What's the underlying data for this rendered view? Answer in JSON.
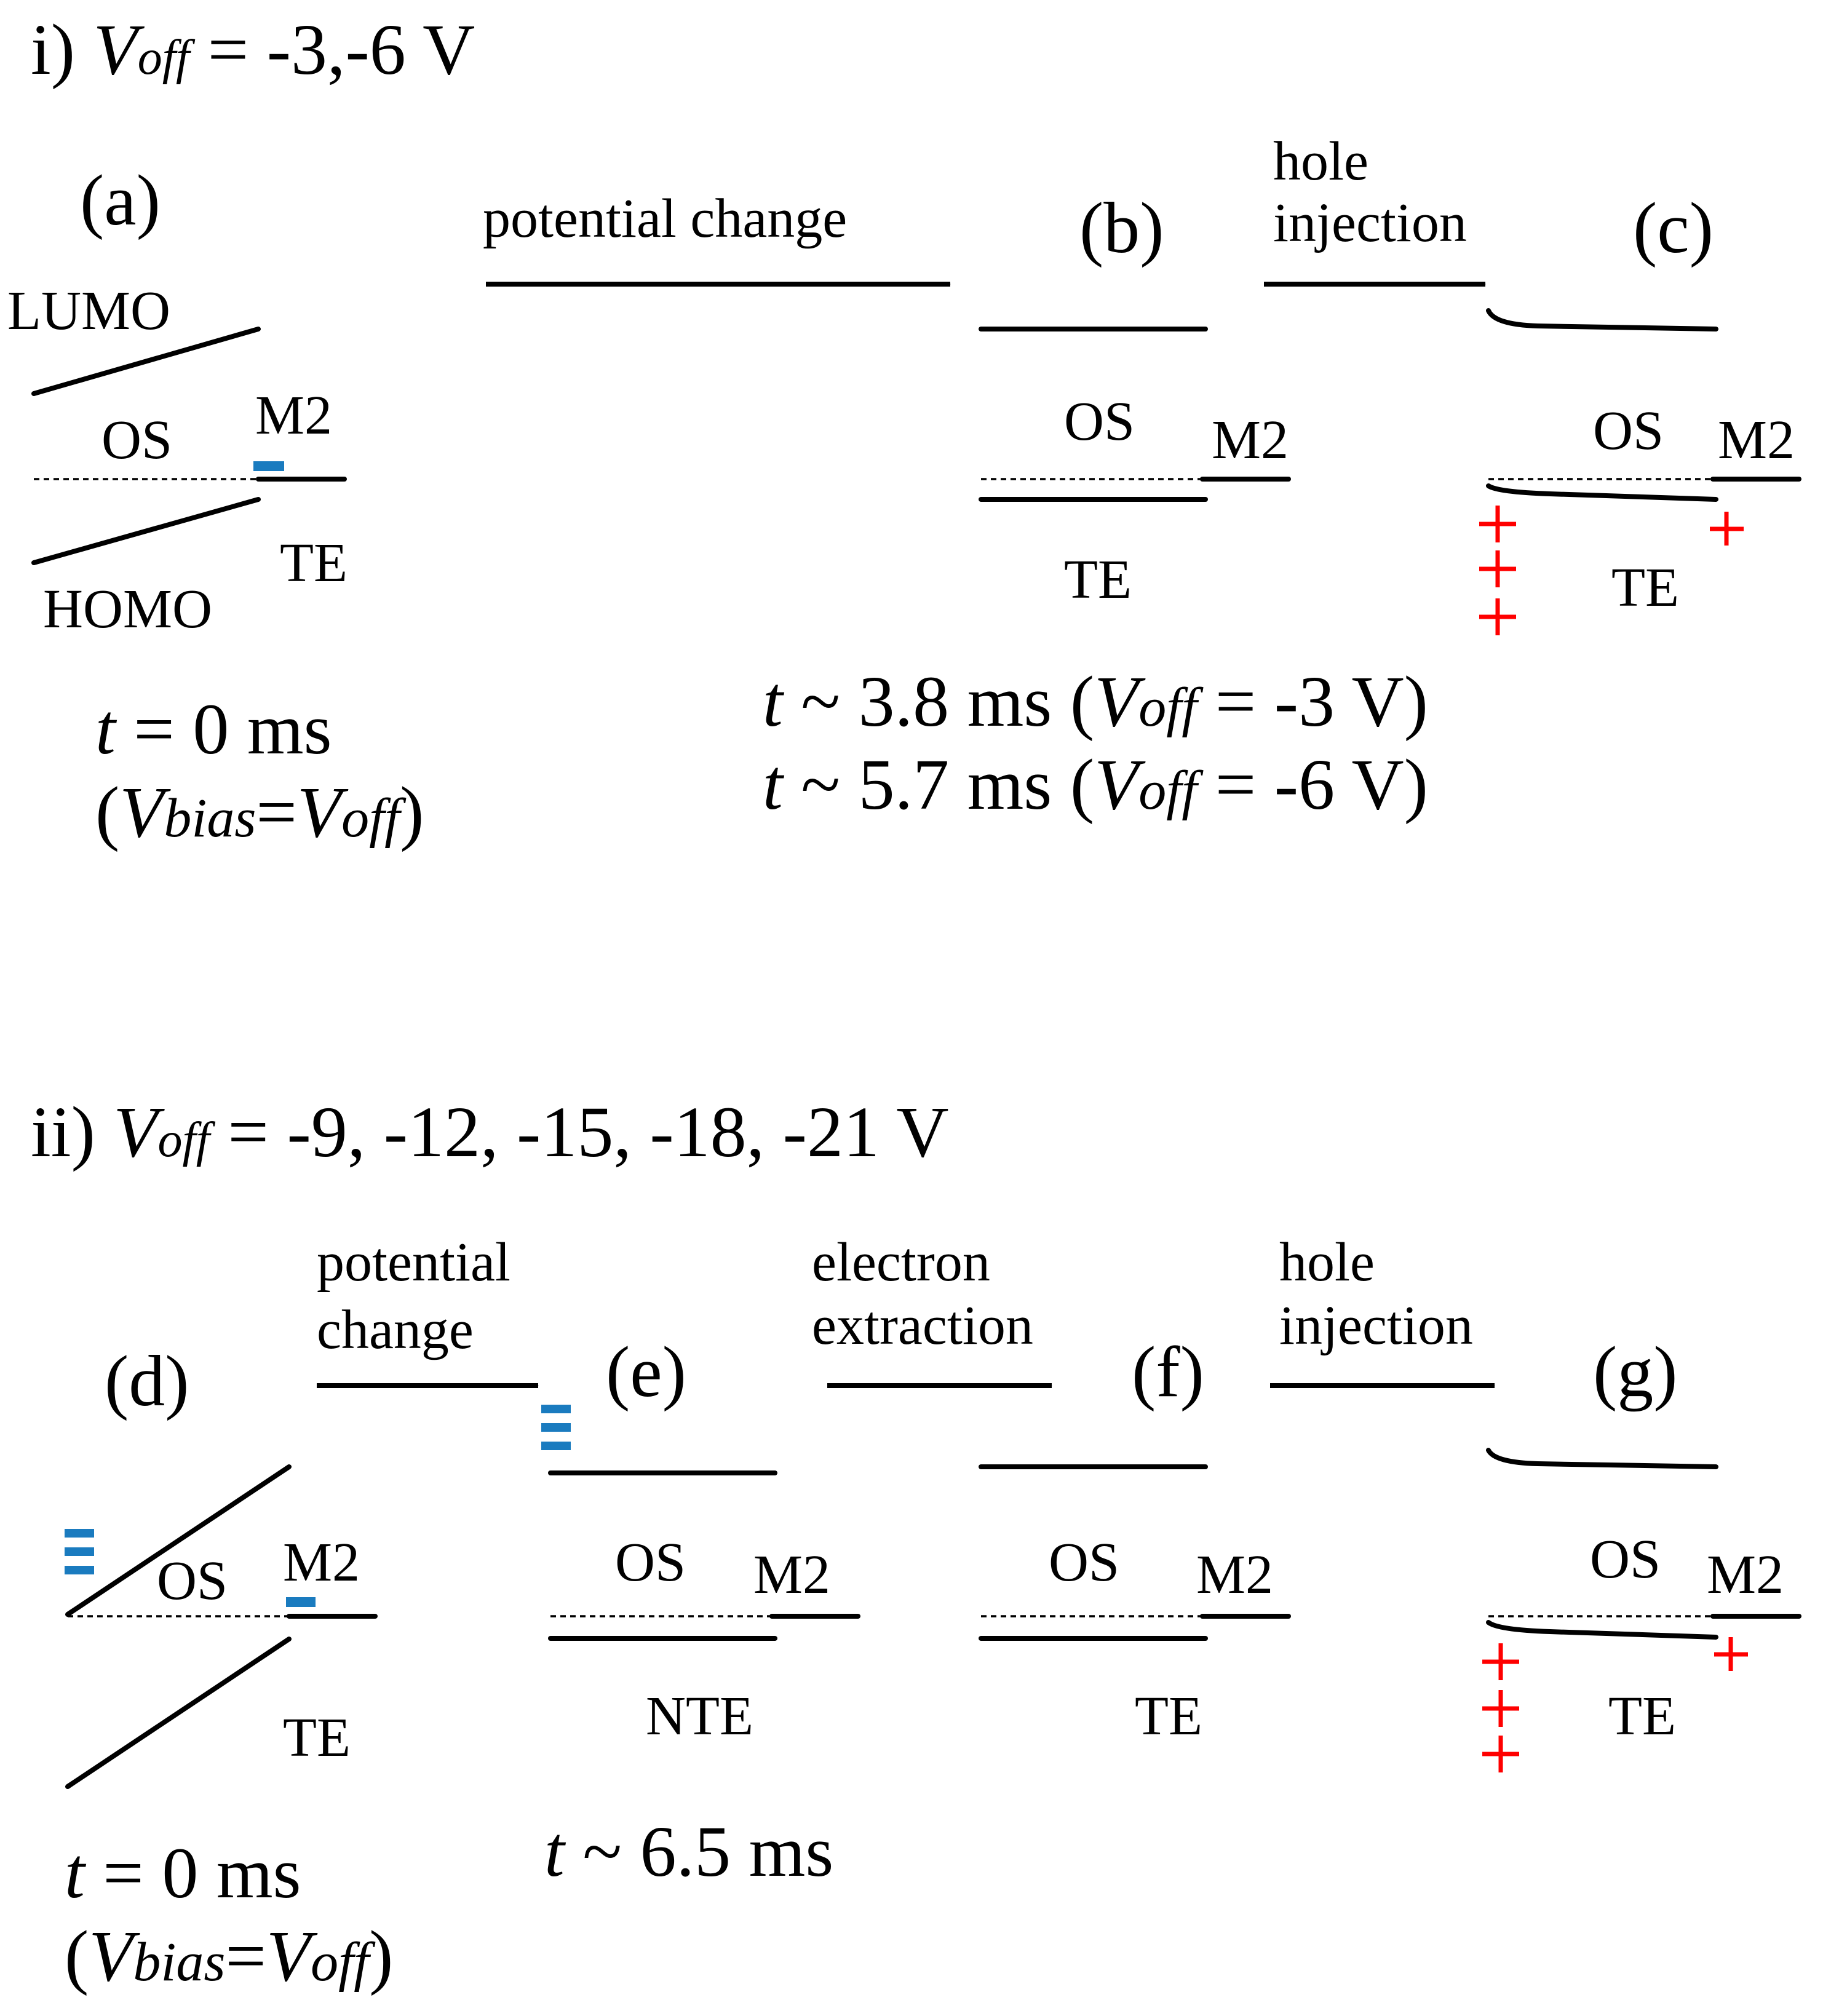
{
  "section_i": {
    "prefix": "i) ",
    "v": "V",
    "off": "off",
    "values": " = -3,-6 V"
  },
  "section_ii": {
    "prefix": "ii) ",
    "v": "V",
    "off": "off",
    "values": " = -9, -12, -15, -18, -21 V"
  },
  "panels": {
    "a": "(a)",
    "b": "(b)",
    "c": "(c)",
    "d": "(d)",
    "e": "(e)",
    "f": "(f)",
    "g": "(g)"
  },
  "labels": {
    "lumo": "LUMO",
    "homo": "HOMO",
    "os": "OS",
    "m2": "M2",
    "te": "TE",
    "nte": "NTE"
  },
  "arrows_i": {
    "potential_change": "potential change",
    "hole": "hole",
    "injection": "injection"
  },
  "arrows_ii": {
    "potential": "potential",
    "change": "change",
    "electron": "electron",
    "extraction": "extraction",
    "hole": "hole",
    "injection": "injection"
  },
  "times": {
    "t_symbol": "t",
    "zero": " = 0 ms",
    "bias_open": "(",
    "v": "V",
    "bias_sub": "bias",
    "equals": "=",
    "off": "off",
    "bias_close": ")",
    "t38": " ~ 3.8 ms (",
    "t38_end": " = -3 V)",
    "t57": " ~ 5.7 ms (",
    "t57_end": " = -6 V)",
    "t65": " ~ 6.5 ms"
  },
  "colors": {
    "electron_marker": "#1a7bbf",
    "hole_marker": "#ff0000"
  }
}
